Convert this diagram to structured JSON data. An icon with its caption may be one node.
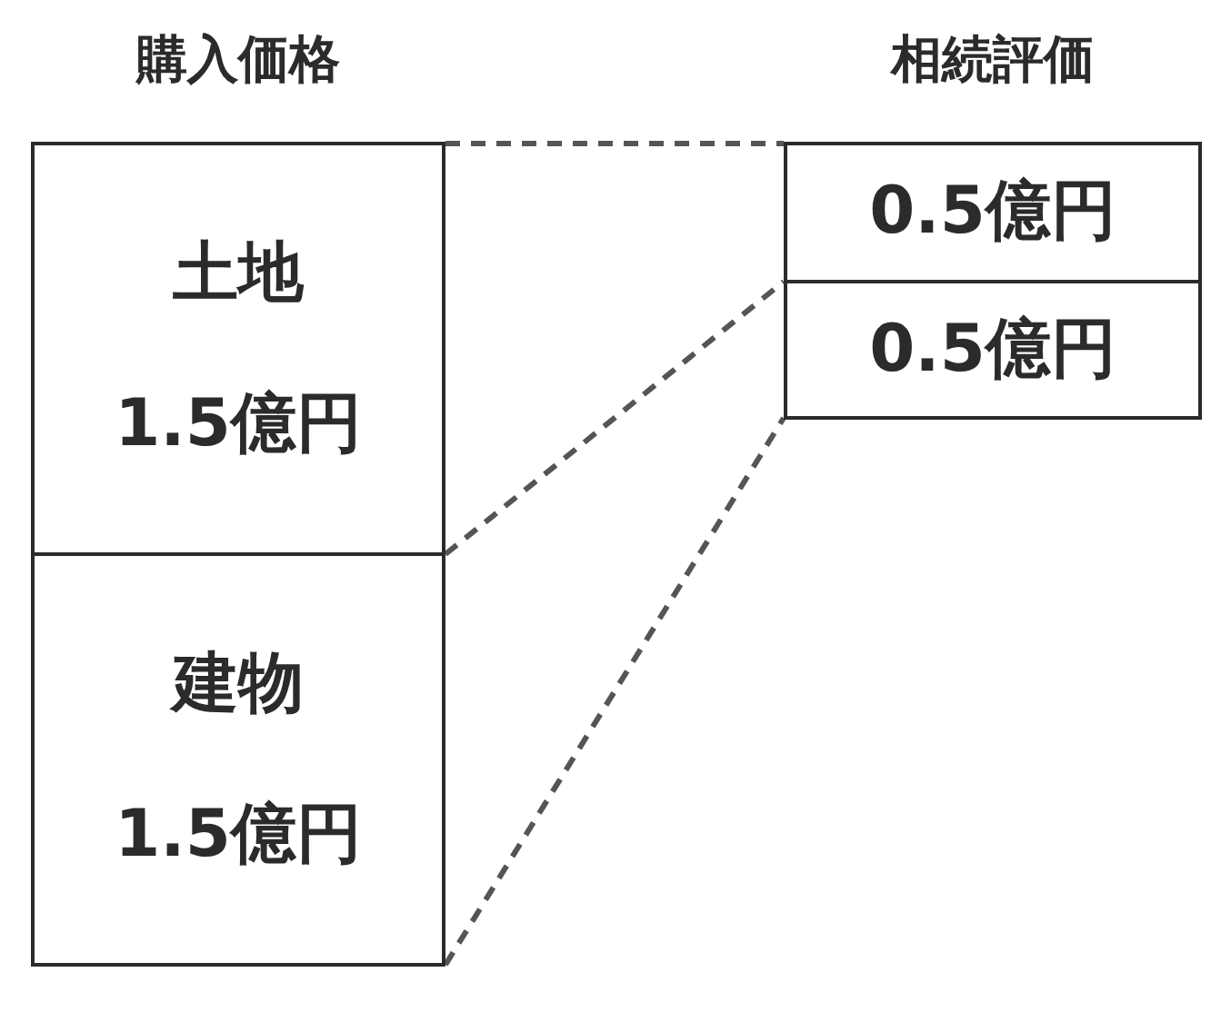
{
  "diagram": {
    "nodes": [
      {
        "text": [
          "土地",
          "1.5億円"
        ]
      },
      {
        "text": [
          "建物",
          "1.5億円"
        ]
      },
      {
        "text": [
          "0.5億円"
        ]
      },
      {
        "text": [
          "0.5億円"
        ]
      }
    ],
    "edges": [
      {
        "from": 0,
        "to": 2,
        "arrow": "none",
        "style": "dashed"
      },
      {
        "from": 1,
        "to": 3,
        "arrow": "none",
        "style": "dashed"
      },
      {
        "from": 1,
        "to": 3,
        "arrow": "none",
        "style": "dashed"
      }
    ],
    "labels": [
      "購入価格",
      "相続評価"
    ]
  }
}
